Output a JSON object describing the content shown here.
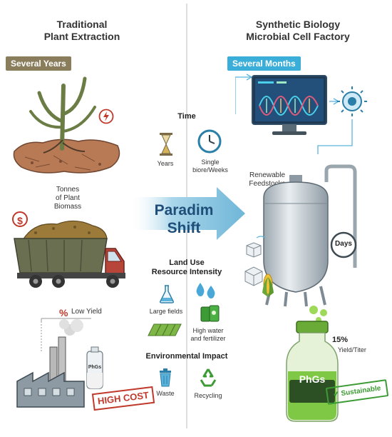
{
  "left": {
    "title_line1": "Traditional",
    "title_line2": "Plant Extraction",
    "time_badge": "Several Years",
    "biomass_line1": "Tonnes",
    "biomass_line2": "of Plant",
    "biomass_line3": "Biomass",
    "low_yield": "Low Yield",
    "percent_symbol": "%",
    "dollar_symbol": "$",
    "product_label": "PhGs",
    "cost_stamp": "HIGH COST"
  },
  "right": {
    "title_line1": "Synthetic Biology",
    "title_line2": "Microbial Cell Factory",
    "time_badge": "Several Months",
    "feed_line1": "Renewable",
    "feed_line2": "Feedstocks",
    "days_label": "Days",
    "yield_percent": "15%",
    "yield_label": "Yield/Titer",
    "product_label": "PhGs",
    "sustainable_stamp": "Sustainable"
  },
  "middle": {
    "time_heading": "Time",
    "years_label": "Years",
    "weeks_line1": "Single",
    "weeks_line2": "biore/Weeks",
    "shift_line1": "Paradim",
    "shift_line2": "Shift",
    "land_heading_line1": "Land Use",
    "land_heading_line2": "Resource Intensity",
    "large_fields": "Large fields",
    "water_line1": "High water",
    "water_line2": "and fertilizer",
    "env_heading": "Environmental Impact",
    "waste_label": "Waste",
    "recycling_label": "Recycling"
  },
  "colors": {
    "left_badge": "#8a7d5c",
    "right_badge": "#3aaed8",
    "arrow": "#a9d6ea",
    "arrow_text": "#1f4e79",
    "stamp_red": "#c0392b",
    "stamp_green": "#3d9b35",
    "liquid_green": "#7ec846"
  }
}
